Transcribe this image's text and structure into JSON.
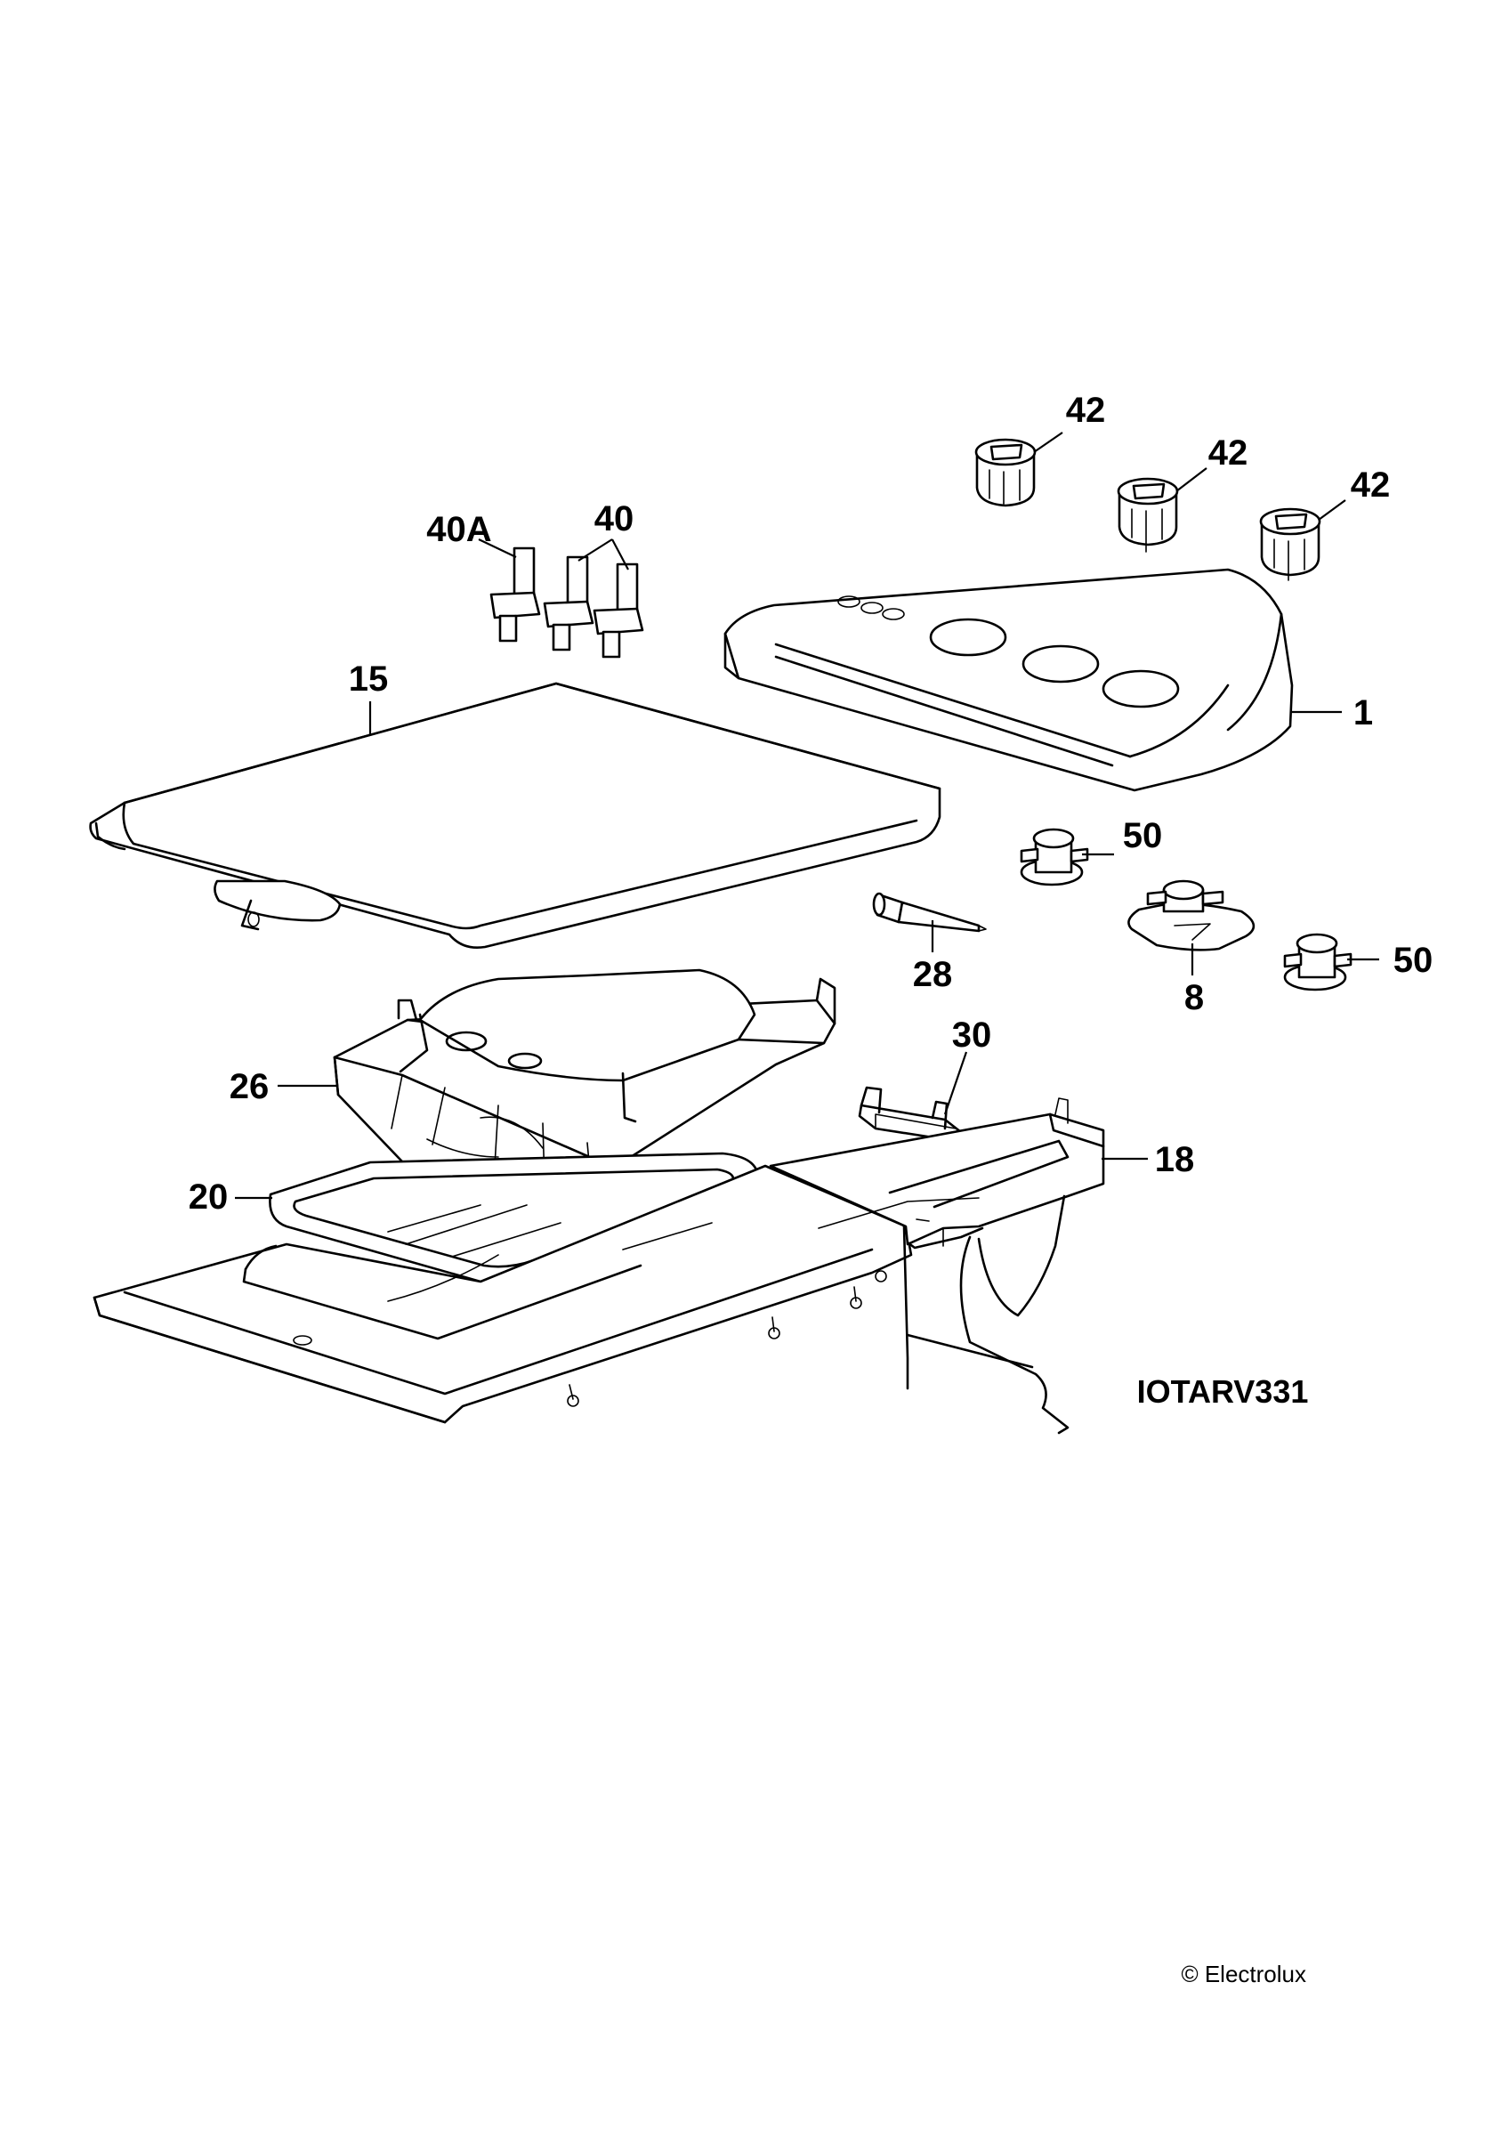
{
  "parts": {
    "p42a": "42",
    "p42b": "42",
    "p42c": "42",
    "p40a": "40A",
    "p40": "40",
    "p15": "15",
    "p1": "1",
    "p50a": "50",
    "p50b": "50",
    "p28": "28",
    "p8": "8",
    "p26": "26",
    "p30": "30",
    "p18": "18",
    "p20": "20"
  },
  "diagram_code": "IOTARV331",
  "copyright": "© Electrolux"
}
